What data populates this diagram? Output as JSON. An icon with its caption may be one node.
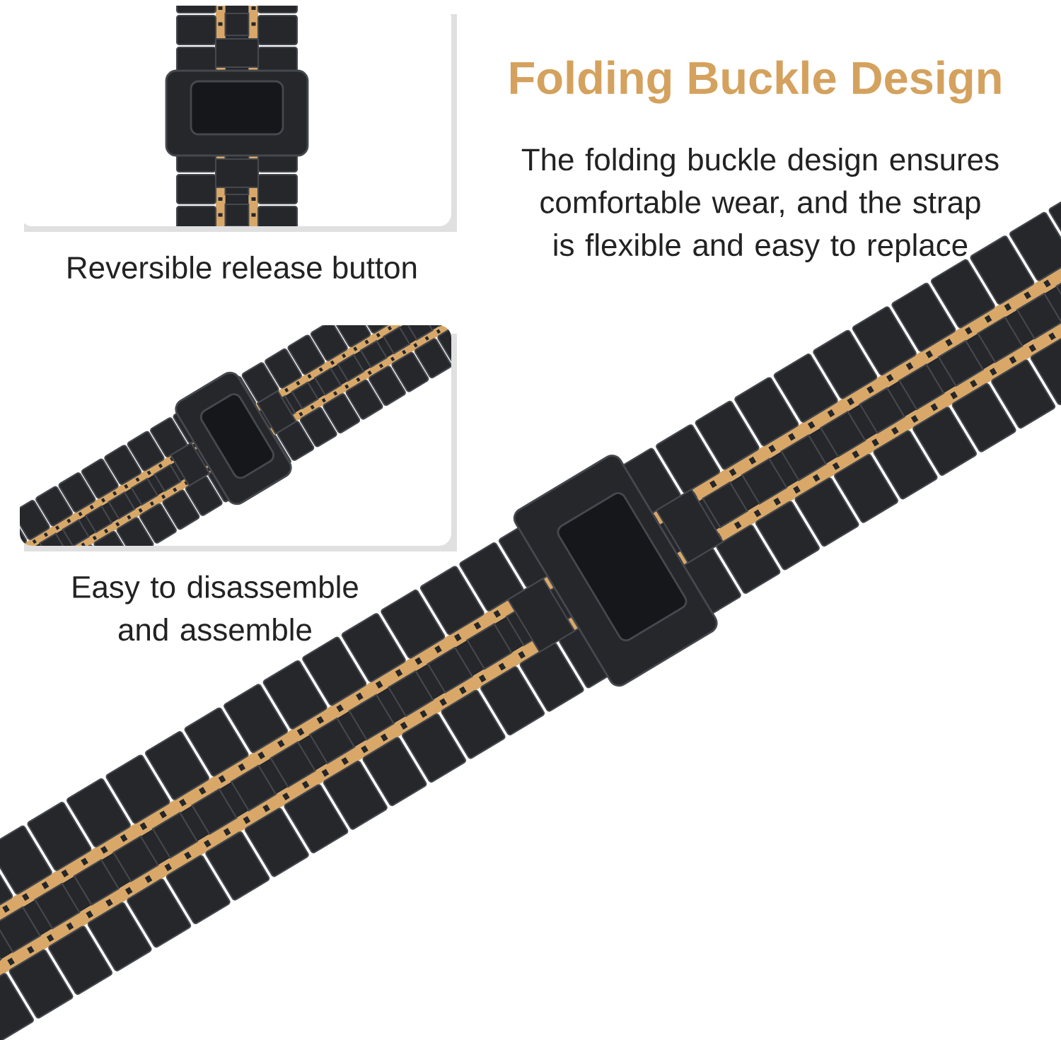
{
  "diagram": {
    "title": "Folding Buckle Design",
    "labels": [
      "The folding buckle design ensures comfortable wear, and the strap is flexible and easy to replace",
      "Reversible release button",
      "Easy to disassemble and assemble"
    ]
  }
}
